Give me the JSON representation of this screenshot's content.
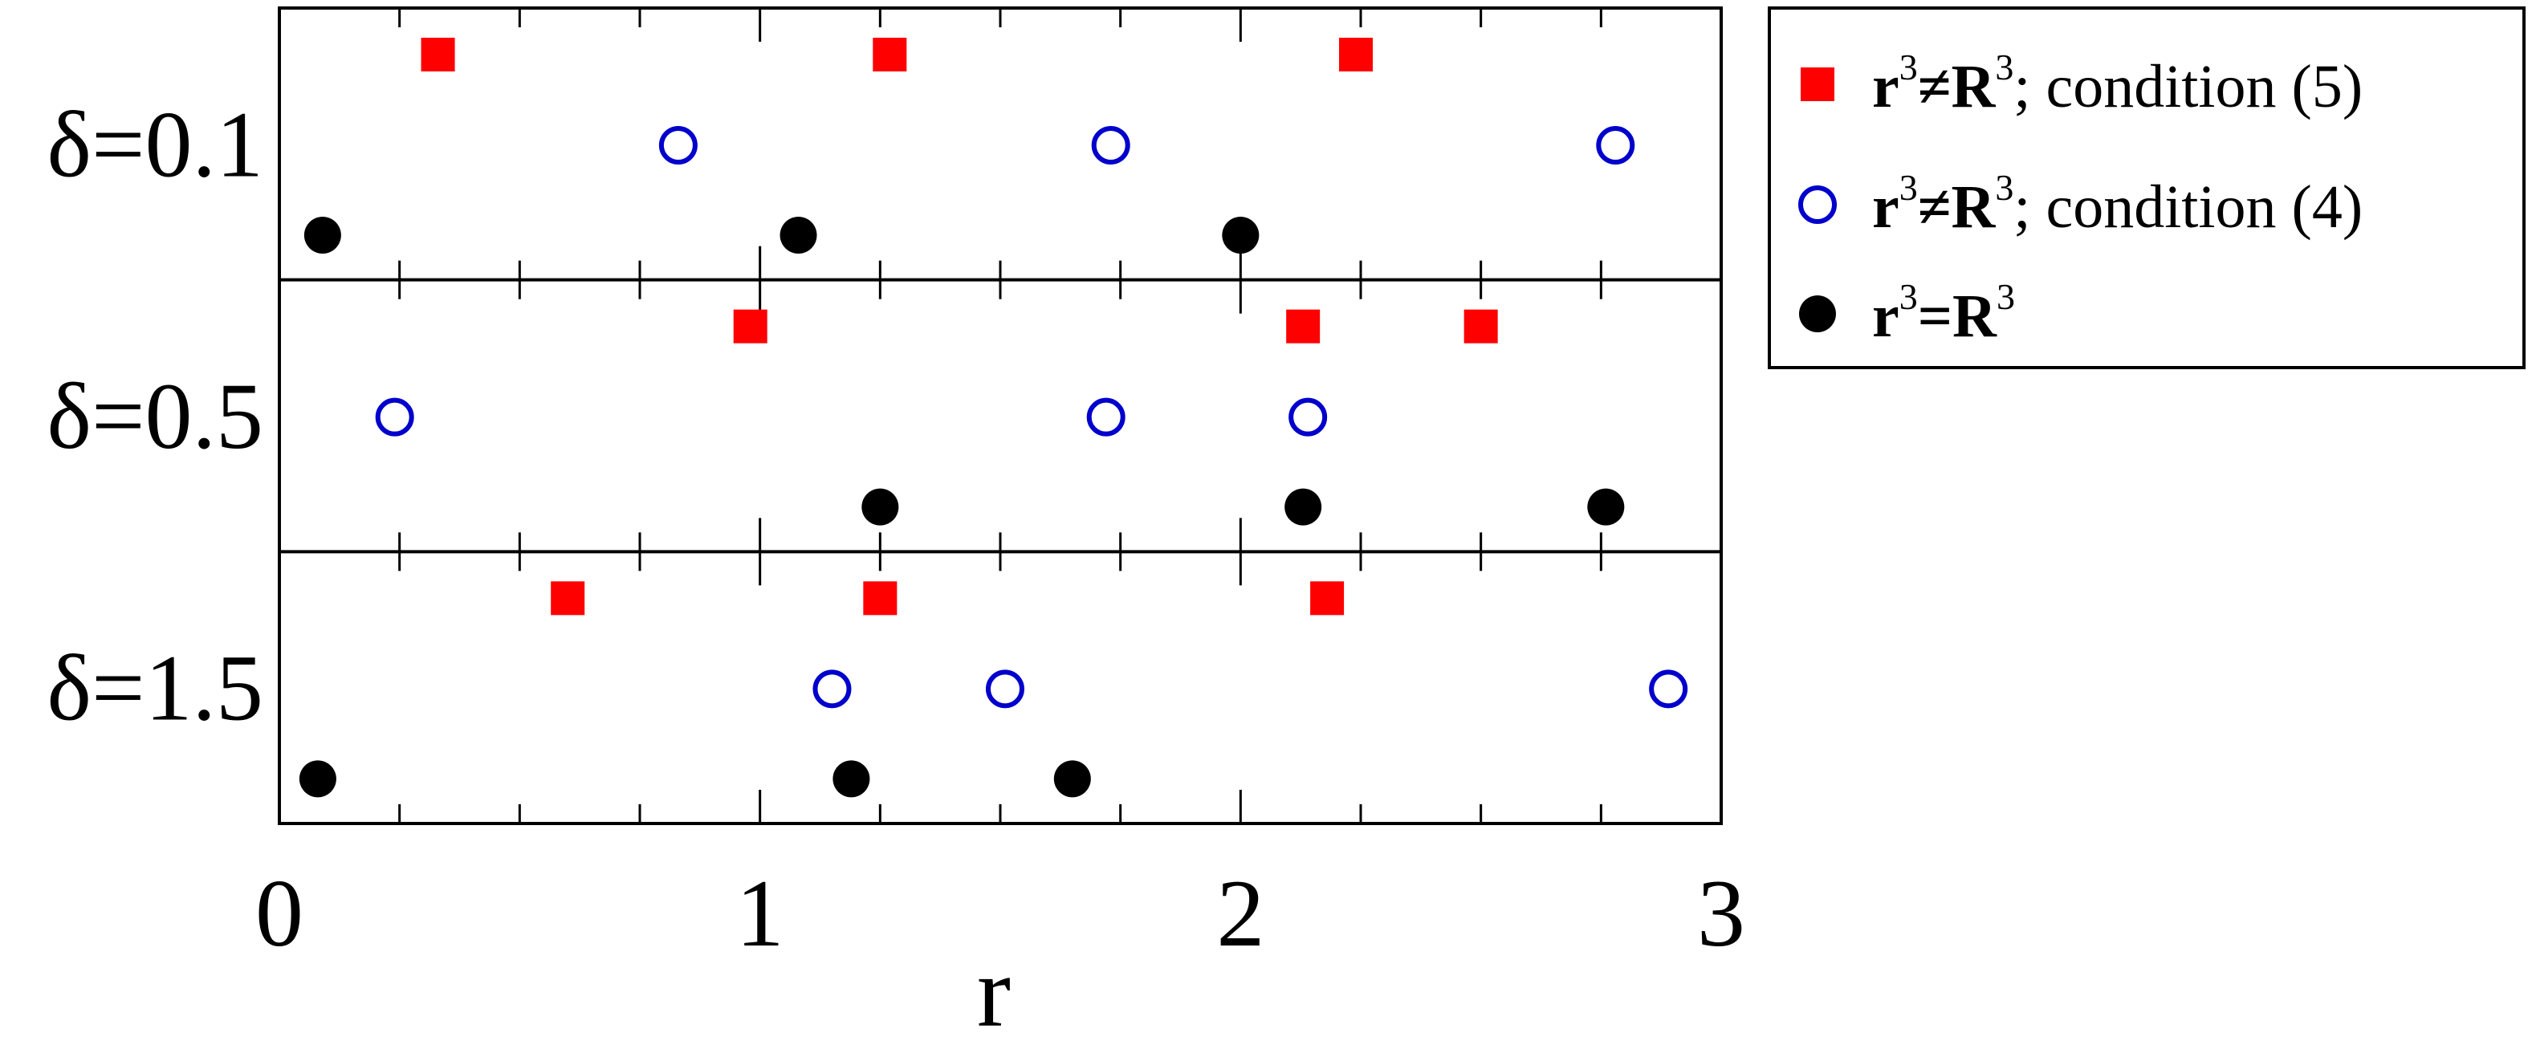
{
  "chart_data": {
    "type": "scatter",
    "xlabel": "r",
    "xlim": [
      0,
      3
    ],
    "x_ticks": [
      "0",
      "1",
      "2",
      "3"
    ],
    "panels": [
      {
        "label": "δ=0.1",
        "series": {
          "sq": [
            0.33,
            1.27,
            2.24
          ],
          "oc": [
            0.83,
            1.73,
            2.78
          ],
          "fc": [
            0.09,
            1.08,
            2.0
          ]
        }
      },
      {
        "label": "δ=0.5",
        "series": {
          "sq": [
            0.98,
            2.13,
            2.5
          ],
          "oc": [
            0.24,
            1.72,
            2.14
          ],
          "fc": [
            1.25,
            2.13,
            2.76
          ]
        }
      },
      {
        "label": "δ=1.5",
        "series": {
          "sq": [
            0.6,
            1.25,
            2.18
          ],
          "oc": [
            1.15,
            1.51,
            2.89
          ],
          "fc": [
            0.08,
            1.19,
            1.65
          ]
        }
      }
    ],
    "legend": {
      "position": "right",
      "entries": [
        {
          "key": "sq",
          "marker": "square",
          "color": "#ff0000",
          "parts": [
            "r",
            "3",
            "≠R",
            "3",
            "; condition (5)"
          ]
        },
        {
          "key": "oc",
          "marker": "open-circle",
          "color": "#0000cc",
          "parts": [
            "r",
            "3",
            "≠R",
            "3",
            "; condition (4)"
          ]
        },
        {
          "key": "fc",
          "marker": "filled-circle",
          "color": "#000000",
          "parts": [
            "r",
            "3",
            "=R",
            "3",
            ""
          ]
        }
      ]
    },
    "grid": false
  }
}
